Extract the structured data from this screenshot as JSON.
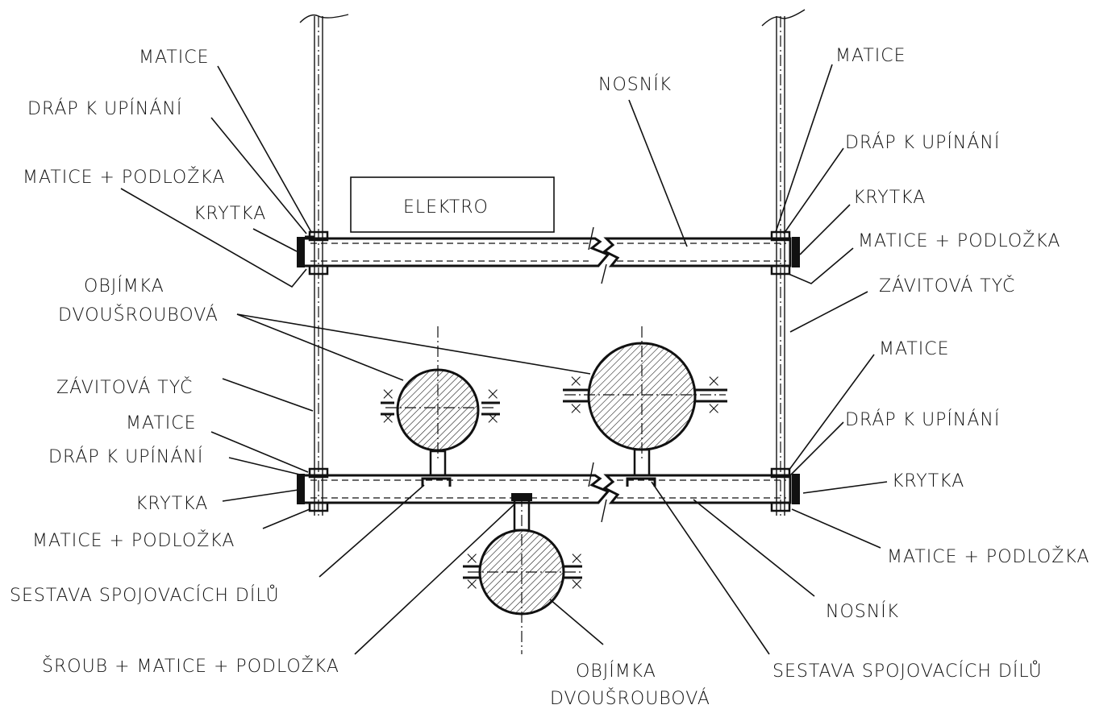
{
  "labels": {
    "matice_tl": "MATICE",
    "drap_tl": "DRÁP K UPÍNÁNÍ",
    "matice_podlozka_tl": "MATICE + PODLOŽKA",
    "krytka_tl": "KRYTKA",
    "elektro": "ELEKTRO",
    "nosnik_top": "NOSNÍK",
    "matice_tr": "MATICE",
    "drap_tr": "DRÁP K UPÍNÁNÍ",
    "krytka_tr": "KRYTKA",
    "matice_podlozka_tr": "MATICE + PODLOŽKA",
    "zavitova_tyc_r": "ZÁVITOVÁ TYČ",
    "objimka_l1": "OBJÍMKA",
    "objimka_l2": "DVOUŠROUBOVÁ",
    "zavitova_tyc_l": "ZÁVITOVÁ TYČ",
    "matice_bl": "MATICE",
    "drap_bl": "DRÁP K UPÍNÁNÍ",
    "krytka_bl": "KRYTKA",
    "matice_podlozka_bl": "MATICE + PODLOŽKA",
    "sestava_l": "SESTAVA SPOJOVACÍCH DÍLŮ",
    "sroub": "ŠROUB + MATICE + PODLOŽKA",
    "objimka_b1": "OBJÍMKA",
    "objimka_b2": "DVOUŠROUBOVÁ",
    "matice_br": "MATICE",
    "drap_br": "DRÁP K UPÍNÁNÍ",
    "krytka_br": "KRYTKA",
    "matice_podlozka_br": "MATICE + PODLOŽKA",
    "nosnik_bottom": "NOSNÍK",
    "sestava_r": "SESTAVA SPOJOVACÍCH DÍLŮ"
  }
}
